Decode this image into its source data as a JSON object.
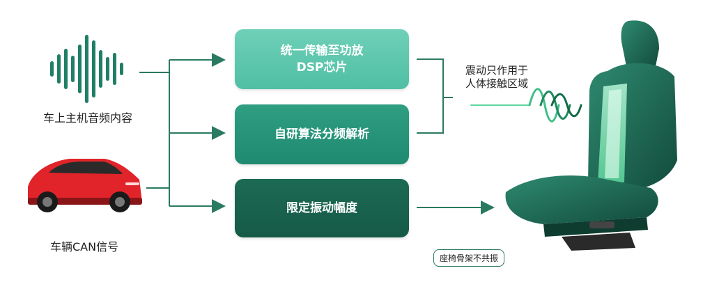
{
  "inputs": {
    "audio_label": "车上主机音频内容",
    "car_label": "车辆CAN信号"
  },
  "process": [
    {
      "line1": "统一传输至功放",
      "line2": "DSP芯片"
    },
    {
      "line1": "自研算法分频解析"
    },
    {
      "line1": "限定振动幅度"
    }
  ],
  "output": {
    "line1": "震动只作用于",
    "line2": "人体接触区域",
    "callout": "座椅骨架不共振"
  },
  "colors": {
    "box1": "#4fbfa4",
    "box2": "#1f8a70",
    "box3": "#155a46",
    "line": "#2a7a62",
    "car": "#e0242a",
    "seat": "#1e6e58"
  }
}
